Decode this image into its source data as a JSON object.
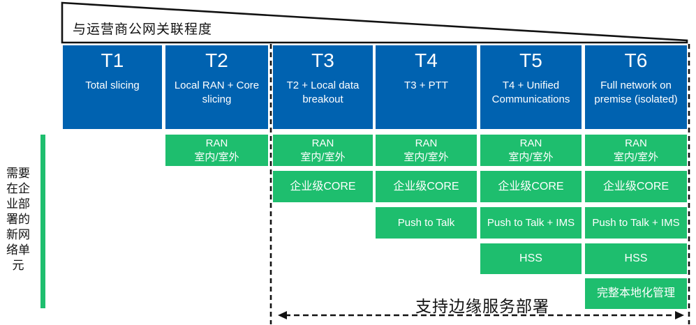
{
  "header": {
    "wedge_label": "与运营商公网关联程度"
  },
  "sidebar": {
    "label": "需要在企业部署的新网络单元"
  },
  "tiers": [
    {
      "id": "T1",
      "subtitle": "Total slicing"
    },
    {
      "id": "T2",
      "subtitle": "Local RAN + Core slicing",
      "ran": "RAN\n室内/室外"
    },
    {
      "id": "T3",
      "subtitle": "T2 + Local data breakout",
      "ran": "RAN\n室内/室外",
      "core": "企业级CORE"
    },
    {
      "id": "T4",
      "subtitle": "T3 + PTT",
      "ran": "RAN\n室内/室外",
      "core": "企业级CORE",
      "ptt": "Push to Talk"
    },
    {
      "id": "T5",
      "subtitle": "T4 + Unified Communications",
      "ran": "RAN\n室内/室外",
      "core": "企业级CORE",
      "ptt": "Push to Talk + IMS",
      "hss": "HSS"
    },
    {
      "id": "T6",
      "subtitle": "Full network on premise (isolated)",
      "ran": "RAN\n室内/室外",
      "core": "企业级CORE",
      "ptt": "Push to Talk + IMS",
      "hss": "HSS",
      "mgmt": "完整本地化管理"
    }
  ],
  "footer": {
    "edge_label": "支持边缘服务部署"
  },
  "colors": {
    "tier_blue": "#0062b0",
    "cell_green": "#1ebe6e",
    "line_black": "#121212"
  }
}
